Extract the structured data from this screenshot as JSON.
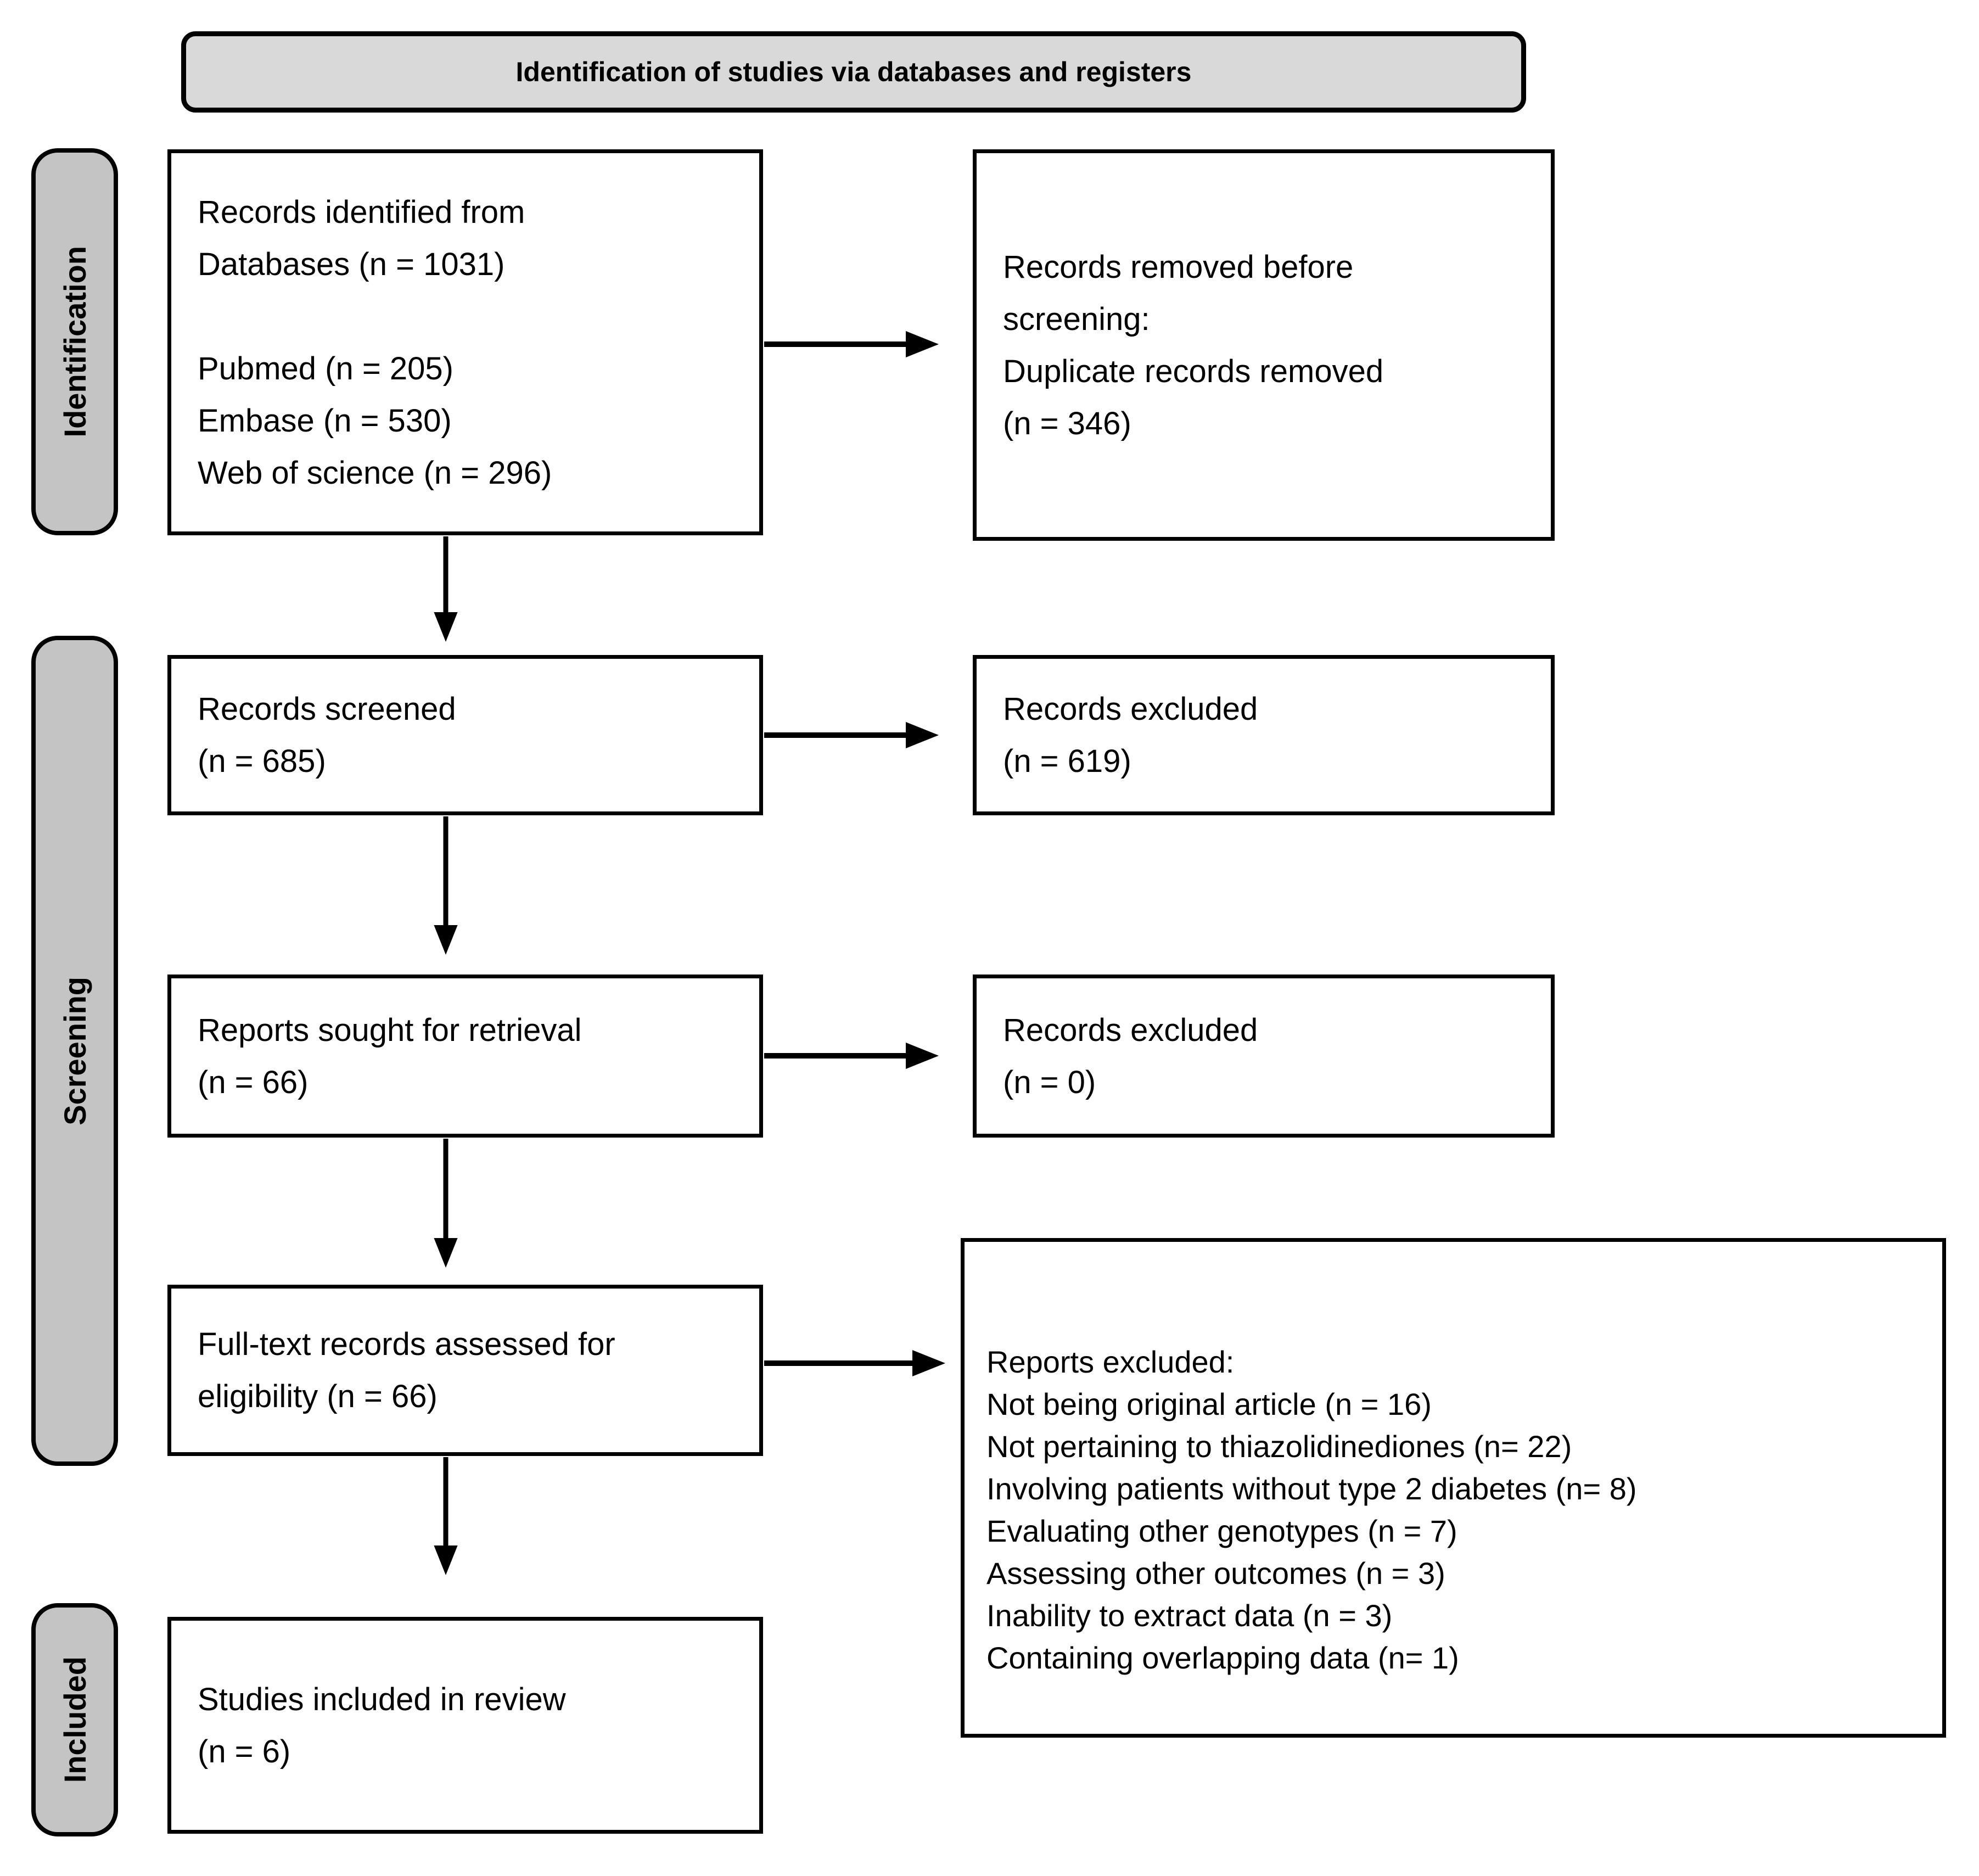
{
  "header": {
    "title": "Identification of studies via databases and registers"
  },
  "stages": [
    {
      "label": "Identification"
    },
    {
      "label": "Screening"
    },
    {
      "label": "Included"
    }
  ],
  "boxes": {
    "records_identified": {
      "text": "Records identified from\nDatabases (n = 1031)\n\nPubmed (n = 205)\nEmbase (n = 530)\nWeb of science (n = 296)"
    },
    "records_removed": {
      "text": "Records removed before\nscreening:\nDuplicate records removed\n(n = 346)"
    },
    "records_screened": {
      "text": "Records screened\n(n = 685)"
    },
    "records_excluded_screening": {
      "text": "Records excluded\n(n = 619)"
    },
    "reports_sought": {
      "text": "Reports sought for retrieval\n(n = 66)"
    },
    "records_excluded_retrieval": {
      "text": "Records excluded\n(n = 0)"
    },
    "fulltext_assessed": {
      "text": "Full-text records assessed for\neligibility (n = 66)"
    },
    "reports_excluded": {
      "text": "Reports excluded:\nNot being original article (n = 16)\nNot pertaining to thiazolidinediones (n= 22)\nInvolving patients without type 2 diabetes (n= 8)\nEvaluating other genotypes (n = 7)\nAssessing other outcomes  (n = 3)\nInability to extract data (n = 3)\nContaining overlapping data (n= 1)"
    },
    "studies_included": {
      "text": "Studies included in review\n(n = 6)"
    }
  },
  "colors": {
    "banner_fill": "#d9d9d9",
    "stage_bar_fill": "#c4c4c4",
    "box_fill": "#ffffff",
    "border": "#000000",
    "arrow": "#000000"
  }
}
